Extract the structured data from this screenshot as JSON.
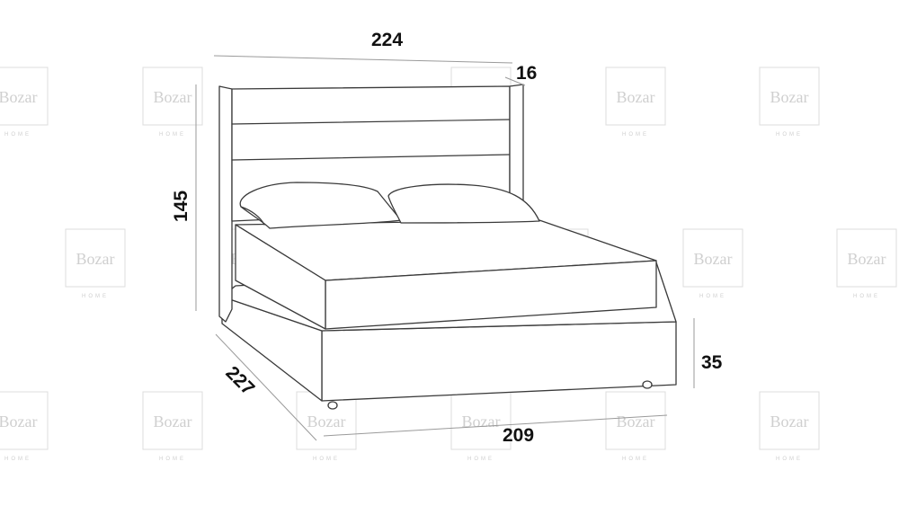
{
  "watermark": {
    "brand": "Bozar",
    "subtitle": "HOME"
  },
  "dimensions": {
    "width_total": "224",
    "headboard_depth": "16",
    "height_total": "145",
    "length_total": "227",
    "base_height": "35",
    "base_width": "209"
  },
  "colors": {
    "background": "#ffffff",
    "lines": "#3a3a3a",
    "watermark": "#cfcfcf"
  }
}
